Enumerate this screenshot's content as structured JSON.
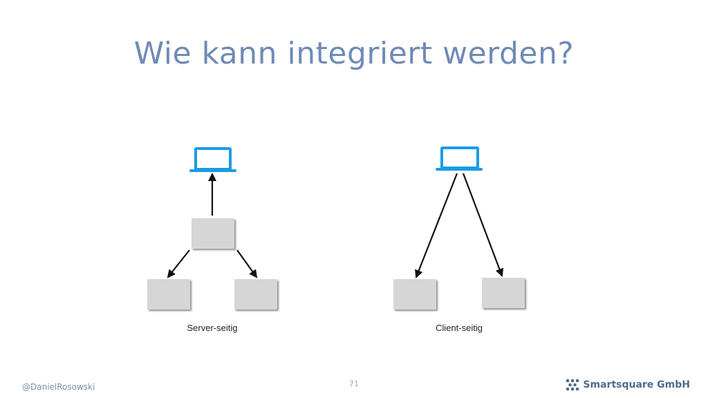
{
  "slide": {
    "title": "Wie kann integriert werden?",
    "author": "@DanielRosowski",
    "page_number": "71",
    "company": "Smartsquare GmbH"
  },
  "diagram": {
    "left": {
      "label": "Server-seitig",
      "description_nodes": [
        "laptop-icon",
        "server-box",
        "service-box-left",
        "service-box-right"
      ]
    },
    "right": {
      "label": "Client-seitig",
      "description_nodes": [
        "laptop-icon",
        "service-box-left",
        "service-box-right"
      ]
    },
    "colors": {
      "title": "#6f8bb6",
      "laptop": "#1a9be6",
      "box": "#d6d6d6",
      "arrow": "#111111"
    }
  }
}
